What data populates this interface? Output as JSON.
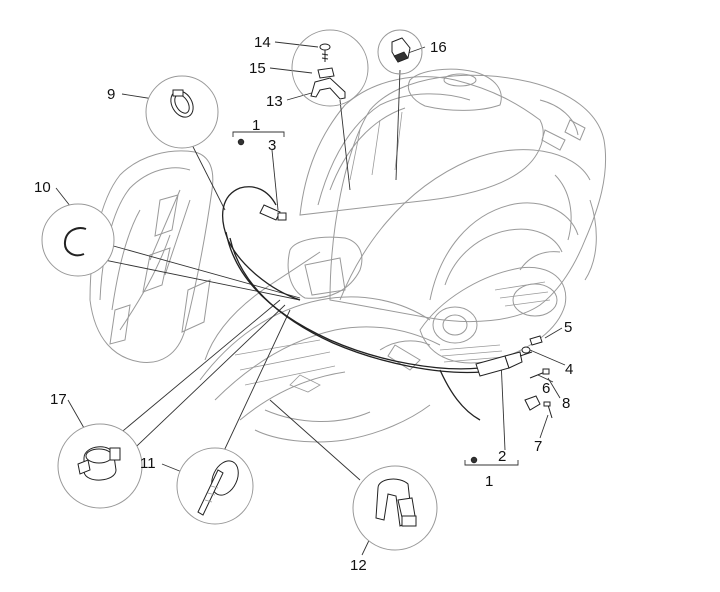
{
  "callouts": [
    {
      "id": "c1a",
      "label": "1"
    },
    {
      "id": "c1b",
      "label": "1"
    },
    {
      "id": "c2",
      "label": "2"
    },
    {
      "id": "c3",
      "label": "3"
    },
    {
      "id": "c4",
      "label": "4"
    },
    {
      "id": "c5",
      "label": "5"
    },
    {
      "id": "c6",
      "label": "6"
    },
    {
      "id": "c7",
      "label": "7"
    },
    {
      "id": "c8",
      "label": "8"
    },
    {
      "id": "c9",
      "label": "9"
    },
    {
      "id": "c10",
      "label": "10"
    },
    {
      "id": "c11",
      "label": "11"
    },
    {
      "id": "c12",
      "label": "12"
    },
    {
      "id": "c13",
      "label": "13"
    },
    {
      "id": "c14",
      "label": "14"
    },
    {
      "id": "c15",
      "label": "15"
    },
    {
      "id": "c16",
      "label": "16"
    },
    {
      "id": "c17",
      "label": "17"
    }
  ],
  "colors": {
    "line": "#222222",
    "body_outline": "#9a9a9a",
    "background": "#ffffff"
  }
}
